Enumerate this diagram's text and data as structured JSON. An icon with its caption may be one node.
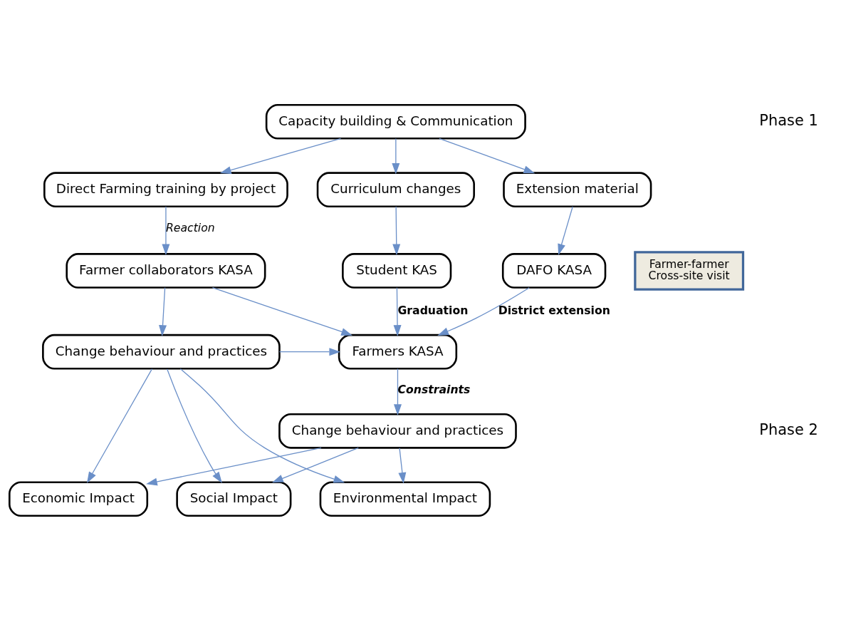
{
  "diagram": {
    "nodes": [
      {
        "text": [
          "Capacity building & Communication"
        ]
      },
      {
        "text": [
          "Direct Farming training by project"
        ]
      },
      {
        "text": [
          "Extension material"
        ]
      },
      {
        "text": [
          "Curriculum changes"
        ]
      },
      {
        "text": [
          "Farmer collaborators KASA"
        ]
      },
      {
        "text": [
          "Farmer-farmer",
          "Cross-site visit"
        ]
      },
      {
        "text": [
          "DAFO KASA"
        ]
      },
      {
        "text": [
          "Change behaviour and practices"
        ]
      },
      {
        "text": [
          "Student KAS"
        ]
      },
      {
        "text": [
          "Farmers KASA"
        ]
      },
      {
        "text": [
          "Change behaviour and practices"
        ]
      },
      {
        "text": [
          "Economic Impact"
        ]
      },
      {
        "text": [
          "Social Impact"
        ]
      },
      {
        "text": [
          "Environmental Impact"
        ]
      }
    ],
    "edges": [
      {
        "from": 0,
        "to": 1,
        "arrow": "to"
      },
      {
        "from": 0,
        "to": 2,
        "arrow": "to"
      },
      {
        "from": 0,
        "to": 3,
        "arrow": "to"
      },
      {
        "from": 1,
        "to": 4,
        "arrow": "to",
        "label": "Reaction"
      },
      {
        "from": 2,
        "to": 6,
        "arrow": "to"
      },
      {
        "from": 3,
        "to": 8,
        "arrow": "to"
      },
      {
        "from": 4,
        "to": 7,
        "arrow": "to"
      },
      {
        "from": 4,
        "to": 9,
        "arrow": "to"
      },
      {
        "from": 7,
        "to": 9,
        "arrow": "to"
      },
      {
        "from": 6,
        "to": 9,
        "arrow": "to",
        "label": "District extension"
      },
      {
        "from": 8,
        "to": 9,
        "arrow": "to",
        "label": "Graduation"
      },
      {
        "from": 9,
        "to": 10,
        "arrow": "to",
        "label": "Constraints"
      },
      {
        "from": 10,
        "to": 11,
        "arrow": "to"
      },
      {
        "from": 10,
        "to": 12,
        "arrow": "to"
      },
      {
        "from": 10,
        "to": 13,
        "arrow": "to"
      },
      {
        "from": 7,
        "to": 11,
        "arrow": "to"
      },
      {
        "from": 7,
        "to": 12,
        "arrow": "to"
      },
      {
        "from": 7,
        "to": 13,
        "arrow": "to"
      }
    ],
    "labels": [
      "Phase 1",
      "Phase 2"
    ]
  }
}
